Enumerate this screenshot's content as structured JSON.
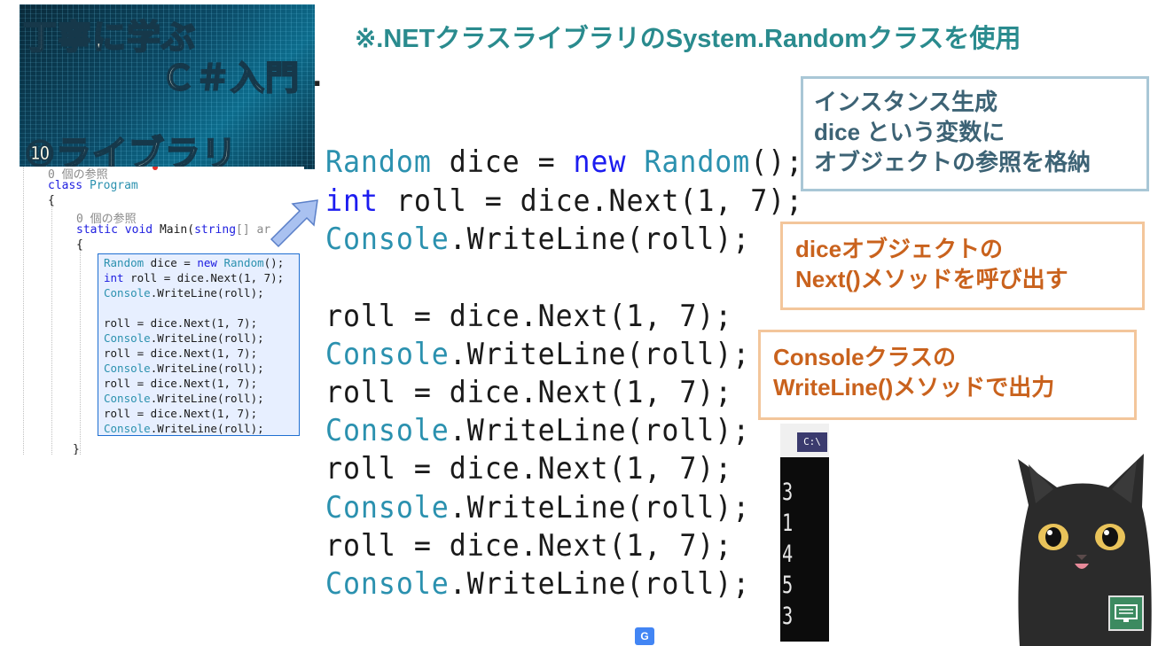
{
  "thumbnail": {
    "line1": "丁寧に学ぶ",
    "line2": "Ｃ＃入門",
    "line3": "⑩ライブラリ"
  },
  "heading": "※.NETクラスライブラリのSystem.Randomクラスを使用",
  "ide": {
    "ref1": "0 個の参照",
    "class_kw": "class",
    "class_name": "Program",
    "brace_open1": "{",
    "ref2": "0 個の参照",
    "static_kw": "static",
    "void_kw": "void",
    "main_sig": "Main(",
    "string_kw": "string",
    "args": "[] ar",
    "brace_open2": "{",
    "brace_close": "}",
    "snippet": [
      "Random dice = new Random();",
      "int roll = dice.Next(1, 7);",
      "Console.WriteLine(roll);",
      "",
      "roll = dice.Next(1, 7);",
      "Console.WriteLine(roll);",
      "roll = dice.Next(1, 7);",
      "Console.WriteLine(roll);",
      "roll = dice.Next(1, 7);",
      "Console.WriteLine(roll);",
      "roll = dice.Next(1, 7);",
      "Console.WriteLine(roll);"
    ]
  },
  "code": {
    "l1_type": "Random",
    "l1_mid": " dice = ",
    "l1_new": "new",
    "l1_sp": " ",
    "l1_type2": "Random",
    "l1_end": "();",
    "l2_kw": "int",
    "l2_rest": " roll = dice.Next(1, 7);",
    "console": "Console",
    "writeline": ".WriteLine(roll);",
    "roll_line": "roll = dice.Next(1, 7);"
  },
  "callouts": {
    "c1": [
      "インスタンス生成",
      "dice という変数に",
      "オブジェクトの参照を格納"
    ],
    "c2": [
      "diceオブジェクトの",
      "Next()メソッドを呼び出す"
    ],
    "c3": [
      "Consoleクラスの",
      "WriteLine()メソッドで出力"
    ]
  },
  "console": {
    "icon_label": "C:\\",
    "output": [
      "3",
      "1",
      "4",
      "5",
      "3"
    ]
  },
  "colors": {
    "heading": "#2a8b8e",
    "type": "#2b91af",
    "keyword": "#1c1cf0",
    "callout_blue": "#3d6375",
    "callout_orange": "#c9621d"
  },
  "icons": [
    "arrow-icon",
    "cat-avatar",
    "screen-icon",
    "translate-icon"
  ]
}
